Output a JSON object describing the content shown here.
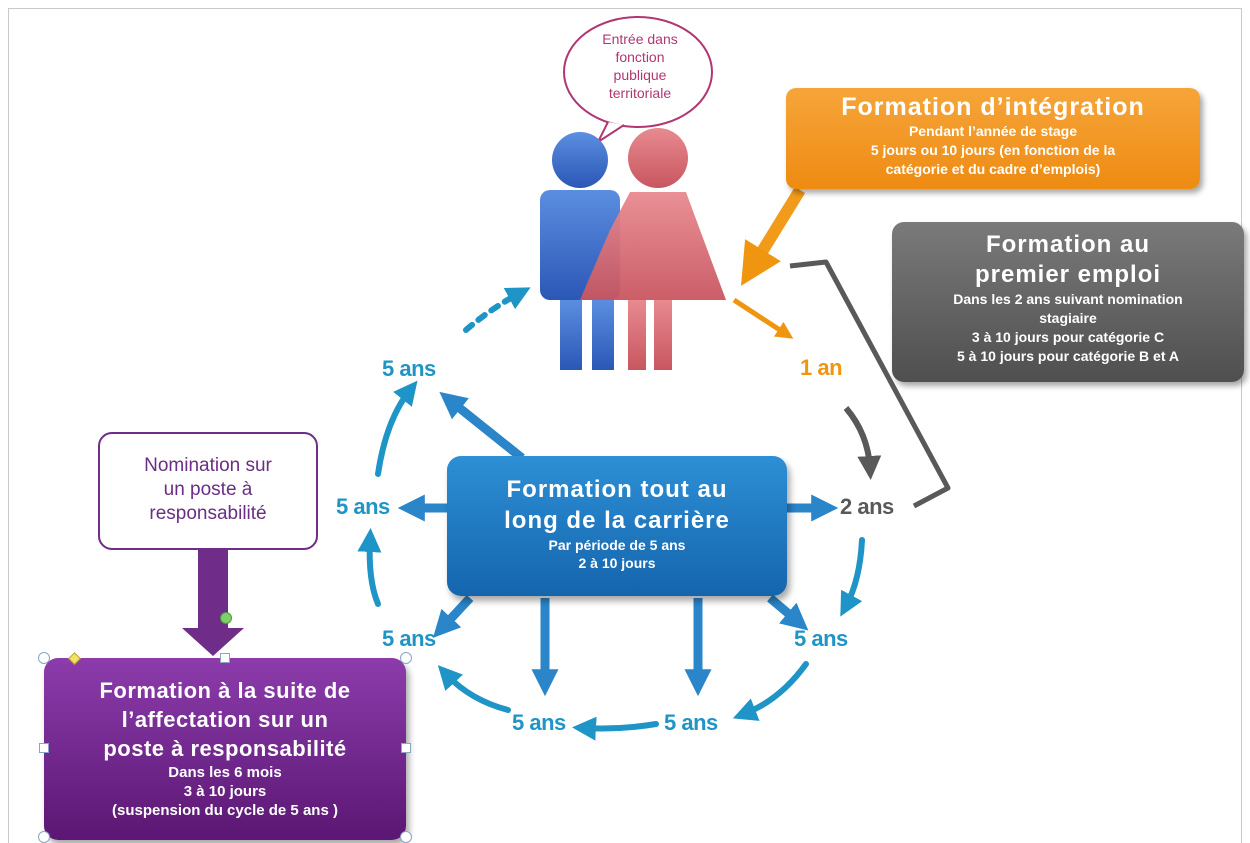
{
  "bubble": {
    "text": "Entrée dans fonction publique territoriale"
  },
  "integration": {
    "title": "Formation d’intégration",
    "line1": "Pendant l’année de stage",
    "line2": "5 jours ou 10 jours (en fonction de la",
    "line3": "catégorie et du cadre d’emplois)"
  },
  "premier_emploi": {
    "title1": "Formation au",
    "title2": "premier emploi",
    "line1": "Dans les 2 ans suivant nomination",
    "line2": "stagiaire",
    "line3": "3 à 10 jours pour catégorie C",
    "line4": "5 à 10 jours pour catégorie B et A"
  },
  "carriere": {
    "title1": "Formation tout au",
    "title2": "long de la carrière",
    "line1": "Par période de 5 ans",
    "line2": "2 à 10 jours"
  },
  "nomination": {
    "text1": "Nomination sur",
    "text2": "un poste à",
    "text3": "responsabilité"
  },
  "affectation": {
    "title1": "Formation à la suite de",
    "title2": "l’affectation sur un",
    "title3": "poste à responsabilité",
    "line1": "Dans les 6 mois",
    "line2": "3 à 10 jours",
    "line3": "(suspension du cycle de 5 ans )"
  },
  "labels": {
    "one_year": "1 an",
    "two_years": "2 ans",
    "five_years": "5 ans"
  },
  "colors": {
    "orange": "#ee8b12",
    "gray": "#5a5a5a",
    "blue": "#1b74bf",
    "cycle": "#1f94c6",
    "purple": "#6f2c88",
    "man": "#3a6fd0",
    "woman": "#d86a72"
  }
}
